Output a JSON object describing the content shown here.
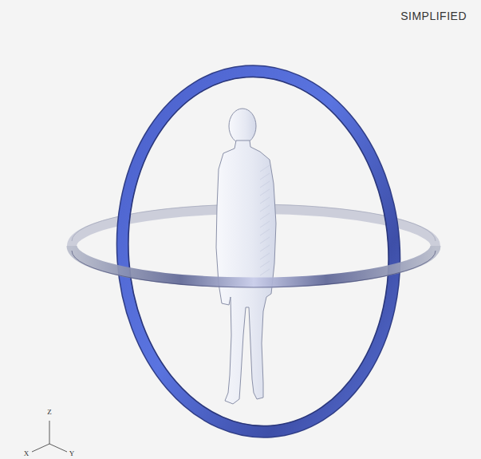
{
  "diagram": {
    "labels": [
      "SIMPLIFIED",
      "Z",
      "X",
      "Y"
    ]
  }
}
